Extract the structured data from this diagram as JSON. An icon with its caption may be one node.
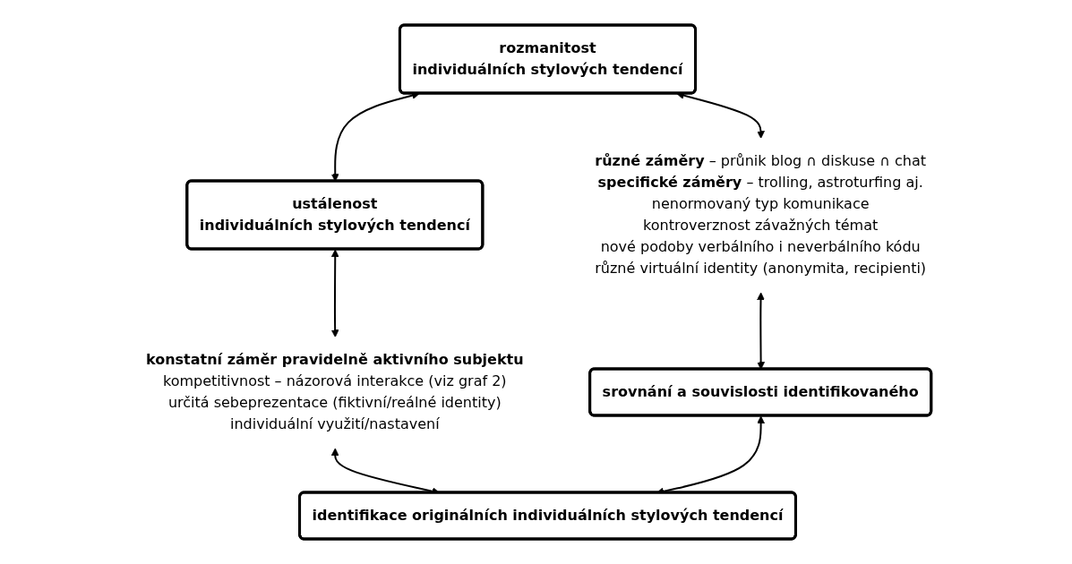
{
  "diagram": {
    "nodes": [
      {
        "text": [
          "rozmanitost",
          "individuálních stylových tendencí"
        ]
      },
      {
        "text": [
          "ustálenost",
          "individuálních stylových tendencí"
        ]
      },
      {
        "text": [
          "**různé záměry** – průnik blog ∩ diskuse ∩ chat",
          "**specifické záměry** – trolling, astroturfing aj.",
          "nenormovaný typ komunikace",
          "kontroverznost závažných témat",
          "nové podoby verbálního i neverbálního kódu",
          "různé virtuální identity (anonymita, recipienti)"
        ]
      },
      {
        "text": [
          "**konstatní záměr pravidelně aktivního subjektu**",
          "kompetitivnost – názorová interakce (viz graf 2)",
          "určitá sebeprezentace (fiktivní/reálné identity)",
          "individuální využití/nastavení"
        ]
      },
      {
        "text": [
          "srovnání a souvislosti identifikovaného"
        ]
      },
      {
        "text": [
          "identifikace originálních individuálních stylových tendencí"
        ]
      }
    ],
    "edges": [
      {
        "from": 0,
        "to": 1,
        "arrow": "both"
      },
      {
        "from": 0,
        "to": 2,
        "arrow": "both"
      },
      {
        "from": 2,
        "to": 4,
        "arrow": "both"
      },
      {
        "from": 1,
        "to": 3,
        "arrow": "both"
      },
      {
        "from": 3,
        "to": 5,
        "arrow": "both"
      },
      {
        "from": 4,
        "to": 5,
        "arrow": "both"
      }
    ]
  }
}
